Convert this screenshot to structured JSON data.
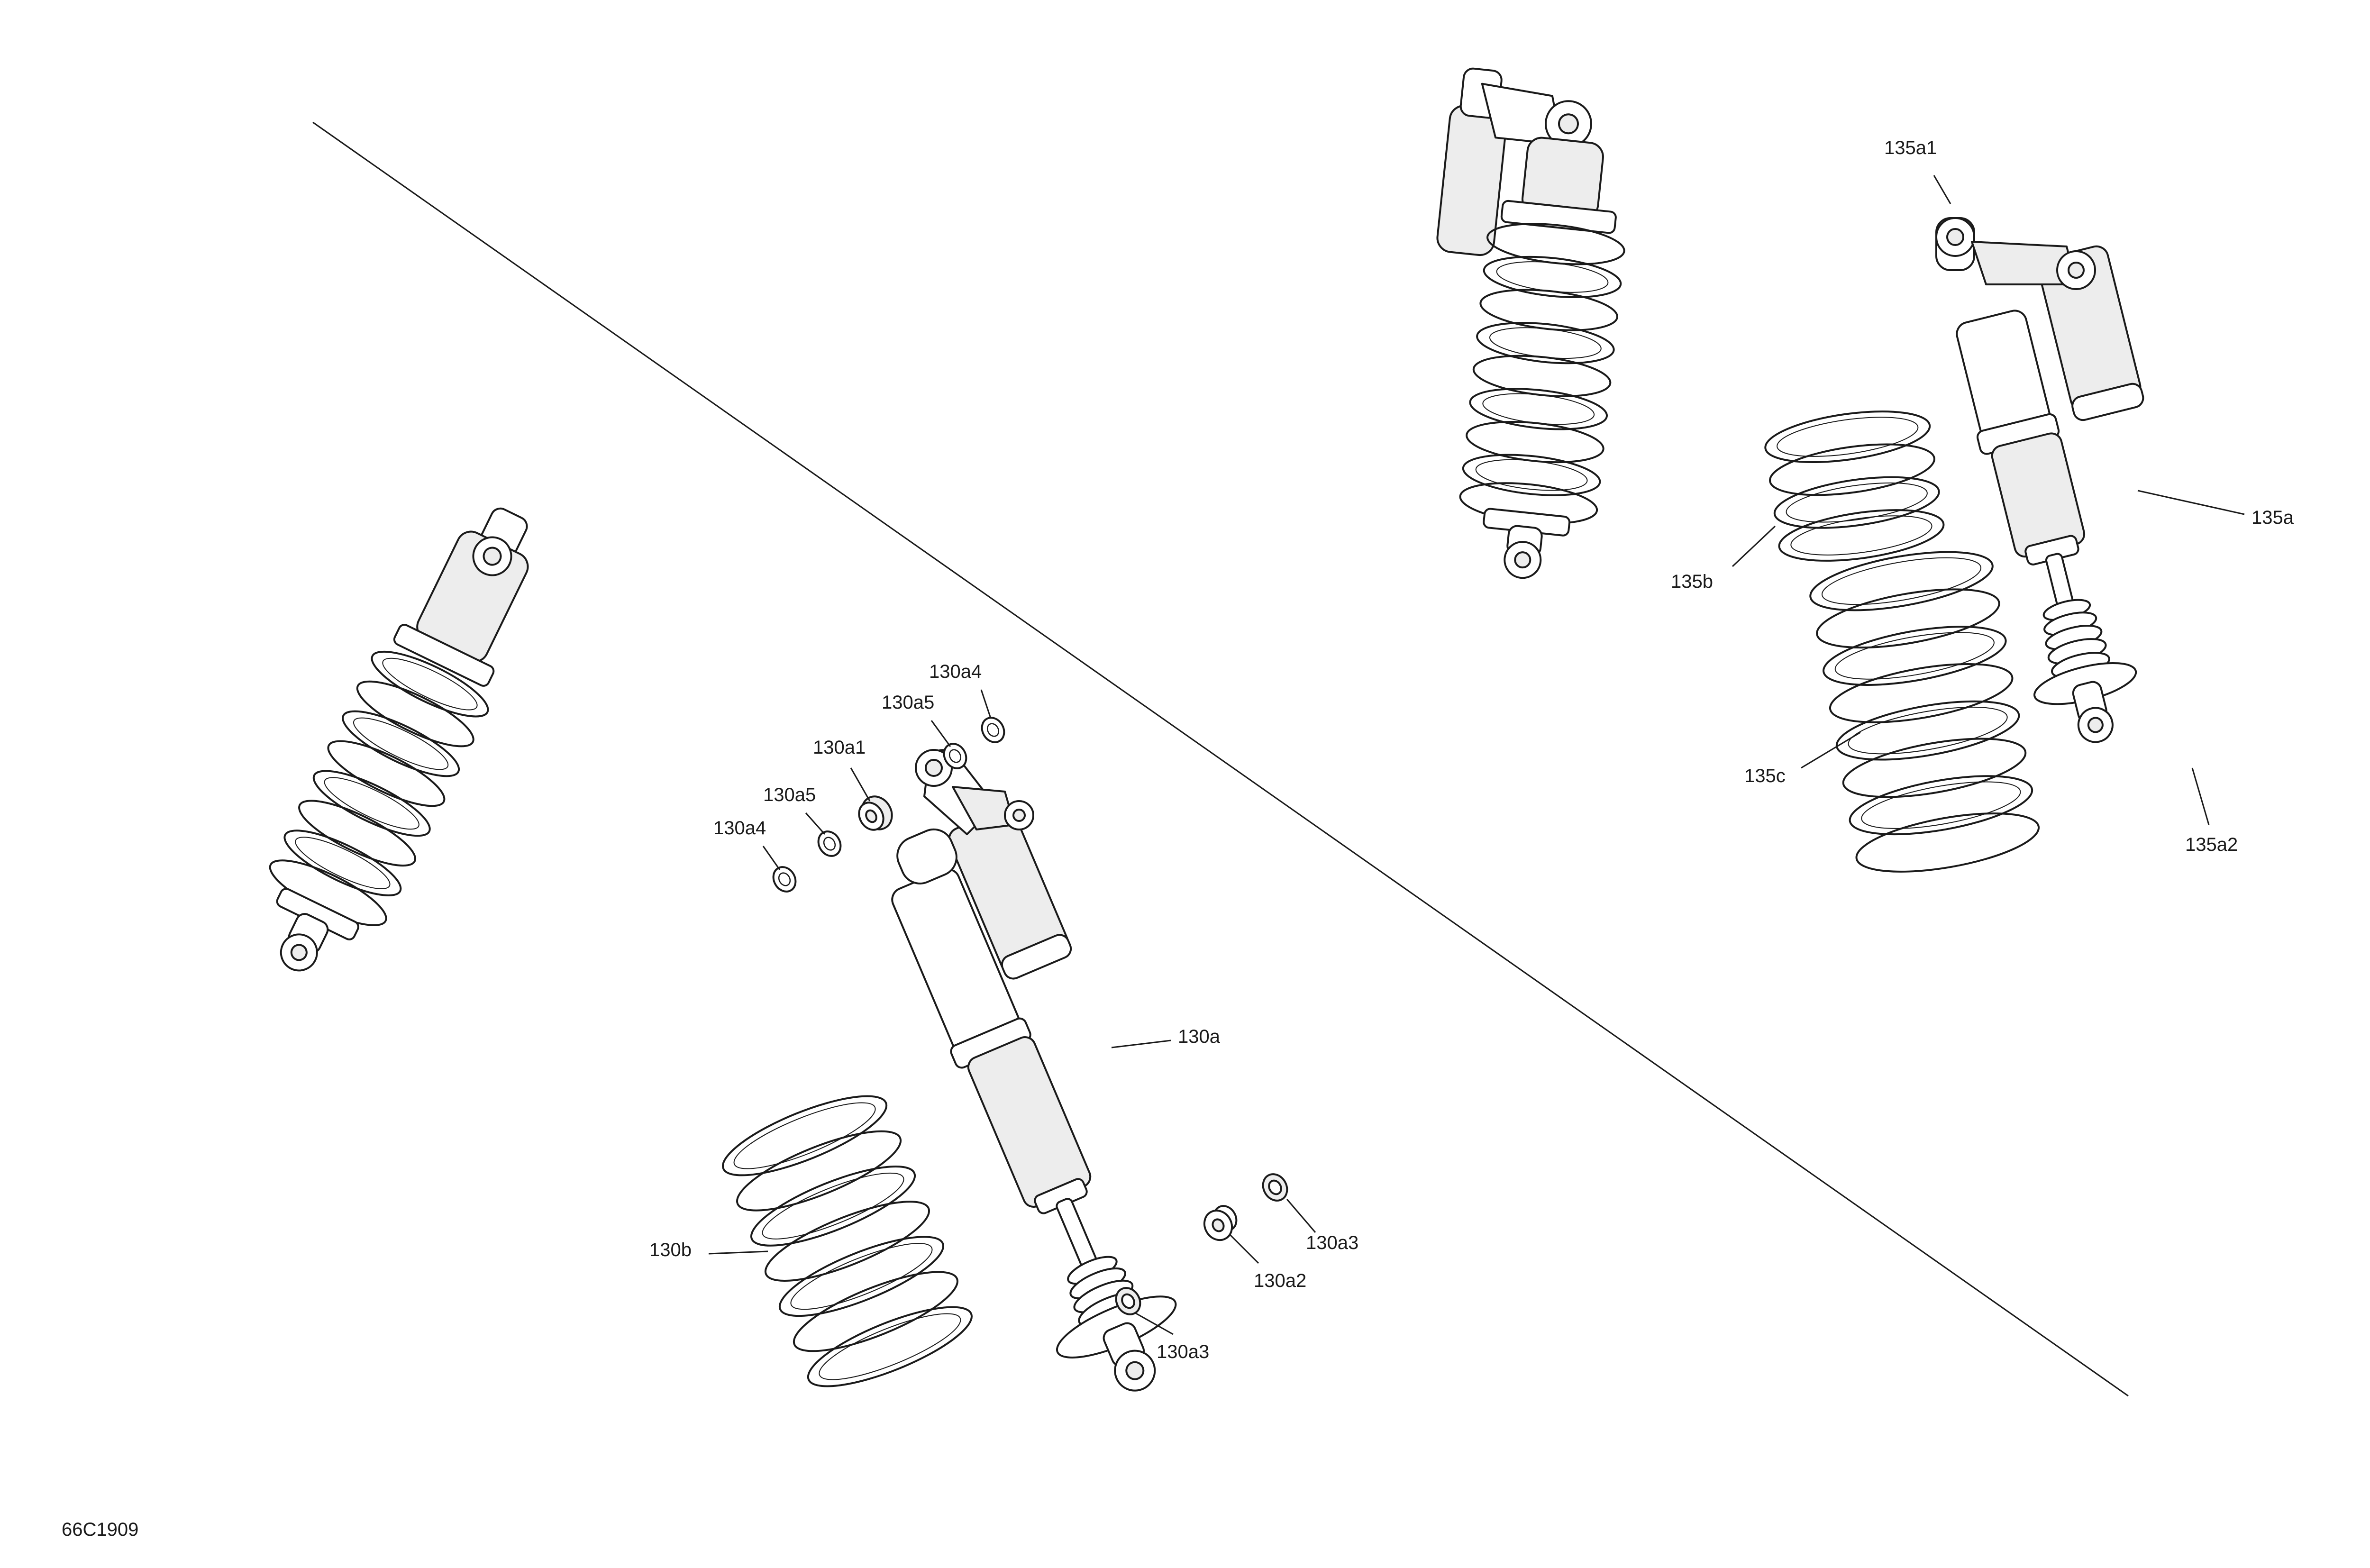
{
  "figure_code": "66C1909",
  "callouts": {
    "c130a": "130a",
    "c130a1": "130a1",
    "c130a2": "130a2",
    "c130a3_left": "130a3",
    "c130a3_right": "130a3",
    "c130a4_top": "130a4",
    "c130a4_left": "130a4",
    "c130a5_top": "130a5",
    "c130a5_left": "130a5",
    "c130b": "130b",
    "c135a": "135a",
    "c135a1": "135a1",
    "c135a2": "135a2",
    "c135b": "135b",
    "c135c": "135c"
  }
}
